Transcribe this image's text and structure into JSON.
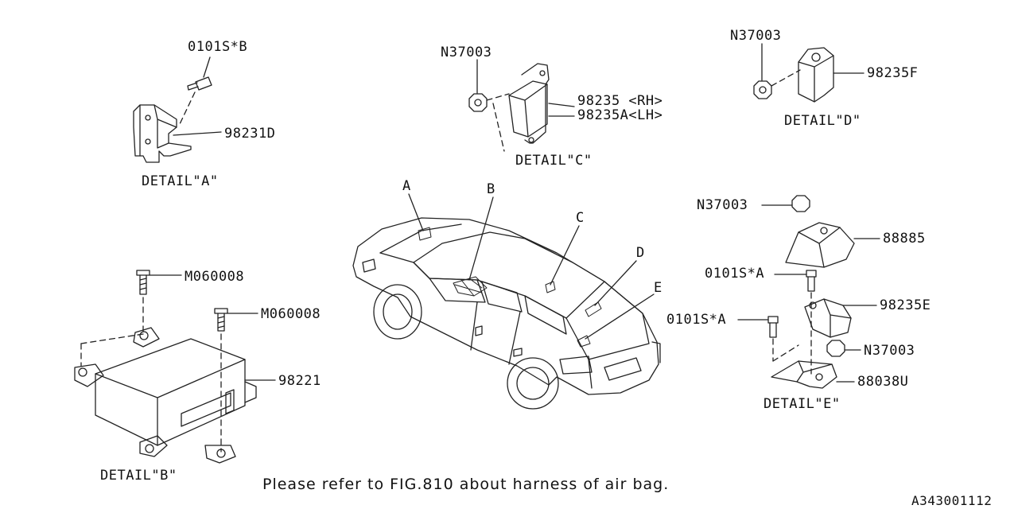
{
  "labels": {
    "a_fastener": "0101S*B",
    "a_part": "98231D",
    "a_detail": "DETAIL\"A\"",
    "c_nut": "N37003",
    "c_part_rh": "98235 <RH>",
    "c_part_lh": "98235A<LH>",
    "c_detail": "DETAIL\"C\"",
    "d_nut": "N37003",
    "d_part": "98235F",
    "d_detail": "DETAIL\"D\"",
    "b_bolt1": "M060008",
    "b_bolt2": "M060008",
    "b_part": "98221",
    "b_detail": "DETAIL\"B\"",
    "e_nut_top": "N37003",
    "e_cover": "88885",
    "e_bolt1": "0101S*A",
    "e_sensor": "98235E",
    "e_bolt2": "0101S*A",
    "e_nut_mid": "N37003",
    "e_bracket": "88038U",
    "e_detail": "DETAIL\"E\"",
    "car_a": "A",
    "car_b": "B",
    "car_c": "C",
    "car_d": "D",
    "car_e": "E"
  },
  "footer": {
    "note": "Please refer to FIG.810 about harness of air bag.",
    "code": "A343001112"
  }
}
